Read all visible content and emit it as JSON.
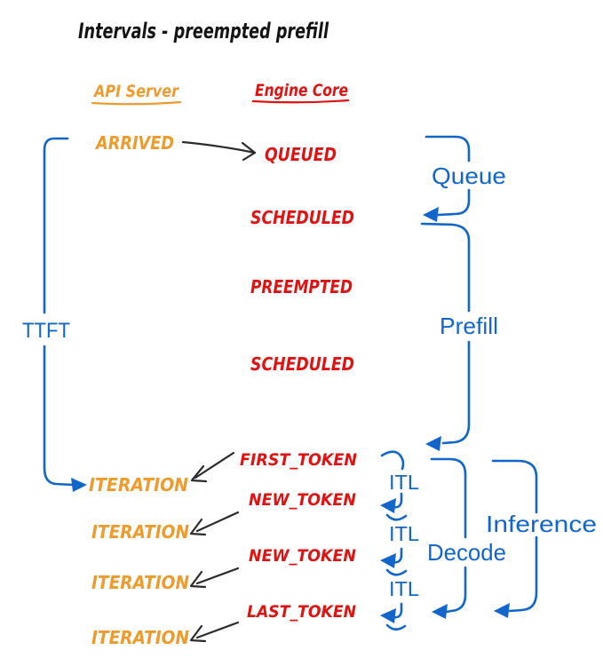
{
  "colors": {
    "orange": "#EE9B2E",
    "red": "#E01312",
    "blue": "#1266CB",
    "ink": "#141414",
    "arrow": "#2B2B2B",
    "background": "#FFFFFF"
  },
  "title": "Intervals - preempted prefill",
  "columns": {
    "api_server": "API Server",
    "engine_core": "Engine Core"
  },
  "api_server_events": {
    "arrived": "ARRIVED",
    "iteration_1": "ITERATION",
    "iteration_2": "ITERATION",
    "iteration_3": "ITERATION",
    "iteration_4": "ITERATION"
  },
  "engine_core_events": {
    "queued": "QUEUED",
    "scheduled_1": "SCHEDULED",
    "preempted": "PREEMPTED",
    "scheduled_2": "SCHEDULED",
    "first_token": "FIRST_TOKEN",
    "new_token_1": "NEW_TOKEN",
    "new_token_2": "NEW_TOKEN",
    "last_token": "LAST_TOKEN"
  },
  "intervals": {
    "ttft": "TTFT",
    "queue": "Queue",
    "prefill": "Prefill",
    "itl_1": "ITL",
    "itl_2": "ITL",
    "itl_3": "ITL",
    "decode": "Decode",
    "inference": "Inference"
  }
}
